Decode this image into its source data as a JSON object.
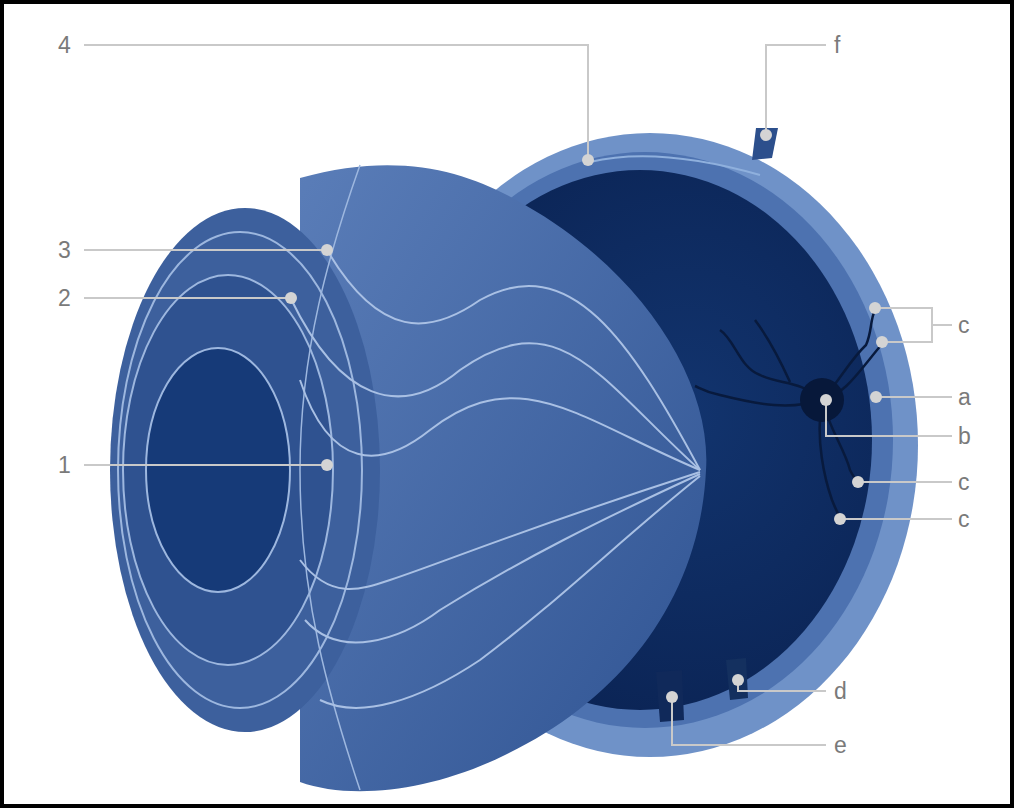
{
  "diagram": {
    "labels": [
      "4",
      "f",
      "3",
      "2",
      "c",
      "a",
      "b",
      "1",
      "c",
      "c",
      "d",
      "e"
    ]
  }
}
